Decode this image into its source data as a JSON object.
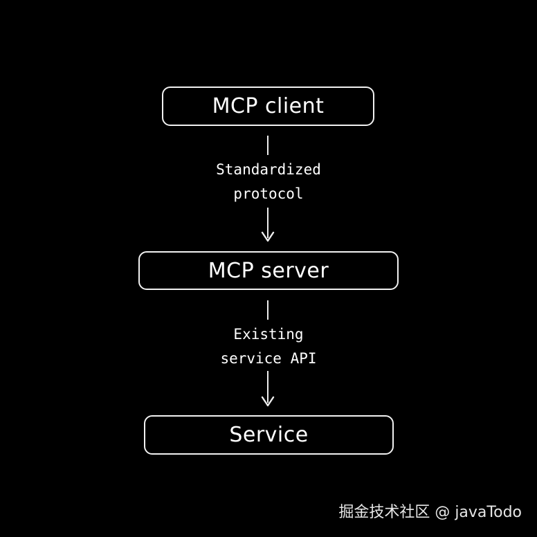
{
  "diagram": {
    "nodes": {
      "client": "MCP client",
      "server": "MCP server",
      "service": "Service"
    },
    "edges": [
      {
        "from": "client",
        "to": "server",
        "label_lines": [
          "Standardized",
          "protocol"
        ]
      },
      {
        "from": "server",
        "to": "service",
        "label_lines": [
          "Existing",
          "service API"
        ]
      }
    ]
  },
  "watermark": "掘金技术社区 @ javaTodo",
  "colors": {
    "background": "#000000",
    "stroke": "#f2f2f2",
    "text": "#ffffff"
  }
}
